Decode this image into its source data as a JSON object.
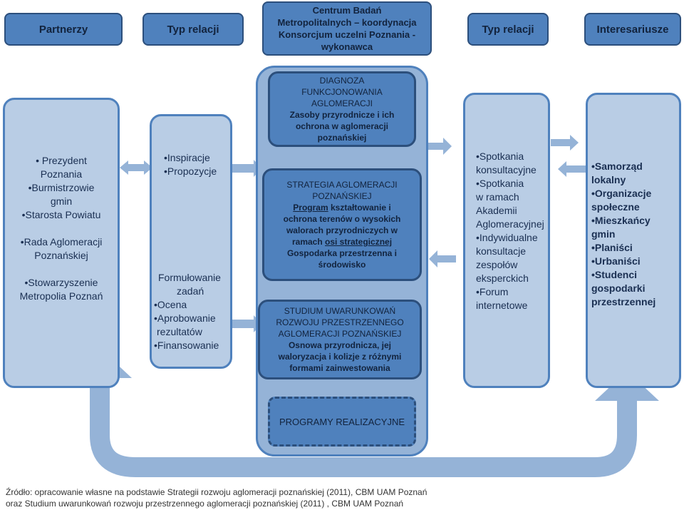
{
  "header": {
    "partners": "Partnerzy",
    "relation_left": "Typ relacji",
    "center_lines": [
      "Centrum Badań",
      "Metropolitalnych – koordynacja",
      "Konsorcjum uczelni Poznania -",
      "wykonawca"
    ],
    "relation_right": "Typ relacji",
    "stakeholders": "Interesariusze"
  },
  "partners": [
    {
      "lines": [
        "• Prezydent",
        "Poznania"
      ]
    },
    {
      "lines": [
        "•Burmistrzowie",
        "gmin"
      ]
    },
    {
      "lines": [
        "•Starosta Powiatu"
      ]
    },
    {
      "lines": [
        "•Rada Aglomeracji",
        "Poznańskiej"
      ]
    },
    {
      "lines": [
        "•Stowarzyszenie",
        "Metropolia Poznań"
      ]
    }
  ],
  "relation_left_top": [
    "•Inspiracje",
    "•Propozycje"
  ],
  "relation_left_bottom": [
    "Formułowanie",
    "zadań",
    "•Ocena",
    "•Aprobowanie",
    "rezultatów",
    "•Finansowanie"
  ],
  "center": {
    "diagnoza": {
      "normal": [
        "DIAGNOZA",
        "FUNKCJONOWANIA",
        "AGLOMERACJI"
      ],
      "bold": [
        "Zasoby przyrodnicze i ich",
        "ochrona w aglomeracji",
        "poznańskiej"
      ]
    },
    "strategia": {
      "normal": [
        "STRATEGIA AGLOMERACJI",
        "POZNAŃSKIEJ"
      ],
      "program_word": "Program",
      "bold_1": " kształtowanie i",
      "bold": [
        "ochrona terenów o wysokich",
        "walorach przyrodniczych  w"
      ],
      "ramach_prefix": "ramach ",
      "osi_word": "osi strategicznej",
      "bold_2": [
        "Gospodarka przestrzenna i",
        "środowisko"
      ]
    },
    "studium": {
      "normal": [
        "STUDIUM UWARUNKOWAŃ",
        "ROZWOJU PRZESTRZENNEGO",
        "AGLOMERACJI POZNAŃSKIEJ"
      ],
      "bold": [
        "Osnowa przyrodnicza, jej",
        "waloryzacja i kolizje z różnymi",
        "formami zainwestowania"
      ]
    },
    "programs": "PROGRAMY REALIZACYJNE"
  },
  "relation_right_list": [
    "•Spotkania",
    "konsultacyjne",
    "•Spotkania",
    "w ramach",
    "Akademii",
    "Aglomeracyjnej",
    "•Indywidualne",
    "konsultacje",
    "zespołów",
    "eksperckich",
    "•Forum",
    "internetowe"
  ],
  "stakeholders_list": [
    "•Samorząd",
    "lokalny",
    "•Organizacje",
    "społeczne",
    "•Mieszkańcy",
    "gmin",
    "•Planiści",
    "•Urbaniści",
    "•Studenci",
    "gospodarki",
    "przestrzennej"
  ],
  "source": {
    "line1": "Źródło: opracowanie własne na podstawie Strategii rozwoju aglomeracji poznańskiej  (2011), CBM UAM Poznań",
    "line2": "oraz Studium uwarunkowań rozwoju przestrzennego aglomeracji poznańskiej (2011) , CBM UAM Poznań"
  },
  "colors": {
    "primary": "#4f81bd",
    "light": "#b9cde5",
    "panel": "#dbe5f1",
    "arrow": "#95b3d7"
  }
}
